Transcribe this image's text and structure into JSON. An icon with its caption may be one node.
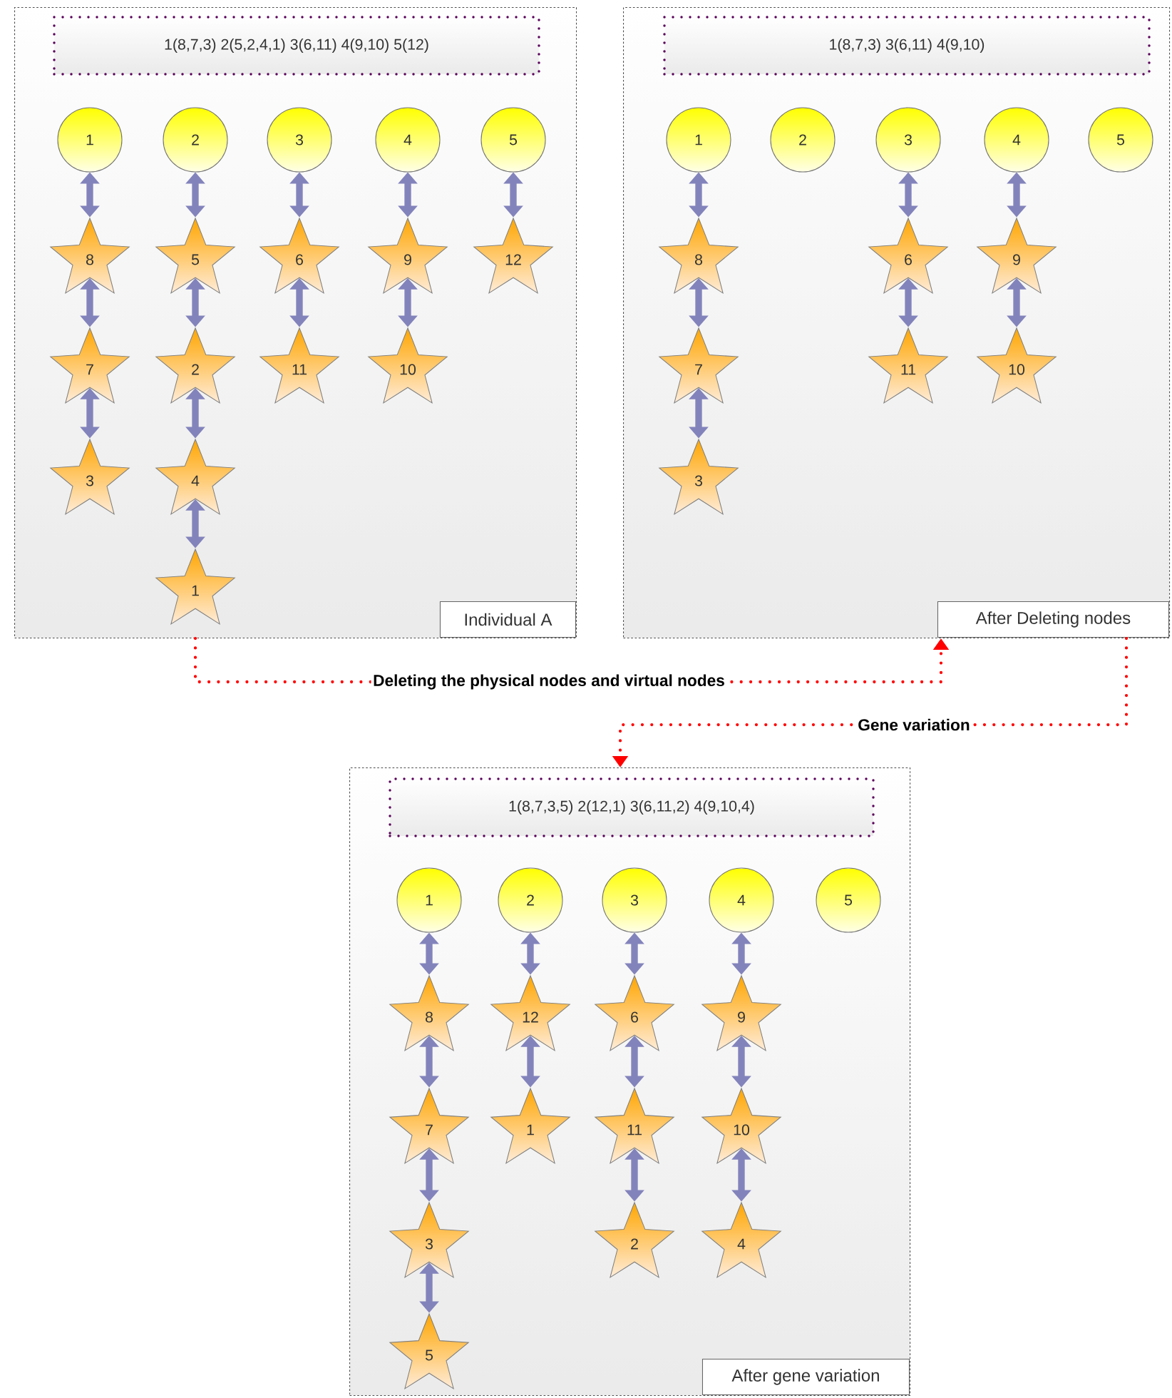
{
  "diagram": {
    "nodes": [
      {
        "text": [],
        "shape": "box"
      },
      {
        "text": [
          "1(8,7,3)   2(5,2,4,1)  3(6,11)  4(9,10)  5(12)"
        ],
        "in": 0
      },
      {
        "text": [
          "1"
        ],
        "in": 0
      },
      {
        "text": [
          "2"
        ],
        "in": 0
      },
      {
        "text": [
          "3"
        ],
        "in": 0
      },
      {
        "text": [
          "4"
        ],
        "in": 0
      },
      {
        "text": [
          "5"
        ],
        "in": 0
      },
      {
        "text": [
          "8"
        ],
        "in": 0
      },
      {
        "text": [
          "7"
        ],
        "in": 0
      },
      {
        "text": [
          "3"
        ],
        "in": 0
      },
      {
        "text": [
          "5"
        ],
        "in": 0
      },
      {
        "text": [
          "2"
        ],
        "in": 0
      },
      {
        "text": [
          "4"
        ],
        "in": 0
      },
      {
        "text": [
          "1"
        ],
        "in": 0
      },
      {
        "text": [
          "6"
        ],
        "in": 0
      },
      {
        "text": [
          "11"
        ],
        "in": 0
      },
      {
        "text": [
          "9"
        ],
        "in": 0
      },
      {
        "text": [
          "10"
        ],
        "in": 0
      },
      {
        "text": [
          "12"
        ],
        "in": 0
      },
      {
        "text": [
          "Individual  A"
        ],
        "in": 0
      },
      {
        "text": [],
        "shape": "box"
      },
      {
        "text": [
          "1(8,7,3)  3(6,11)  4(9,10)"
        ],
        "in": 20
      },
      {
        "text": [
          "1"
        ],
        "in": 20
      },
      {
        "text": [
          "2"
        ],
        "in": 20
      },
      {
        "text": [
          "3"
        ],
        "in": 20
      },
      {
        "text": [
          "4"
        ],
        "in": 20
      },
      {
        "text": [
          "5"
        ],
        "in": 20
      },
      {
        "text": [
          "8"
        ],
        "in": 20
      },
      {
        "text": [
          "7"
        ],
        "in": 20
      },
      {
        "text": [
          "3"
        ],
        "in": 20
      },
      {
        "text": [
          "6"
        ],
        "in": 20
      },
      {
        "text": [
          "11"
        ],
        "in": 20
      },
      {
        "text": [
          "9"
        ],
        "in": 20
      },
      {
        "text": [
          "10"
        ],
        "in": 20
      },
      {
        "text": [
          "After Deleting nodes"
        ],
        "in": 20
      },
      {
        "text": [],
        "shape": "box"
      },
      {
        "text": [
          "1(8,7,3,5)   2(12,1)  3(6,11,2)  4(9,10,4)"
        ],
        "in": 35
      },
      {
        "text": [
          "1"
        ],
        "in": 35
      },
      {
        "text": [
          "2"
        ],
        "in": 35
      },
      {
        "text": [
          "3"
        ],
        "in": 35
      },
      {
        "text": [
          "4"
        ],
        "in": 35
      },
      {
        "text": [
          "5"
        ],
        "in": 35
      },
      {
        "text": [
          "8"
        ],
        "in": 35
      },
      {
        "text": [
          "7"
        ],
        "in": 35
      },
      {
        "text": [
          "3"
        ],
        "in": 35
      },
      {
        "text": [
          "5"
        ],
        "in": 35
      },
      {
        "text": [
          "12"
        ],
        "in": 35
      },
      {
        "text": [
          "1"
        ],
        "in": 35
      },
      {
        "text": [
          "6"
        ],
        "in": 35
      },
      {
        "text": [
          "11"
        ],
        "in": 35
      },
      {
        "text": [
          "2"
        ],
        "in": 35
      },
      {
        "text": [
          "9"
        ],
        "in": 35
      },
      {
        "text": [
          "10"
        ],
        "in": 35
      },
      {
        "text": [
          "4"
        ],
        "in": 35
      },
      {
        "text": [
          "After gene variation"
        ],
        "in": 35
      }
    ],
    "edges": [
      {
        "from": 2,
        "to": 7,
        "arrow": "both"
      },
      {
        "from": 7,
        "to": 8,
        "arrow": "both"
      },
      {
        "from": 8,
        "to": 9,
        "arrow": "both"
      },
      {
        "from": 3,
        "to": 10,
        "arrow": "both"
      },
      {
        "from": 10,
        "to": 11,
        "arrow": "both"
      },
      {
        "from": 11,
        "to": 12,
        "arrow": "both"
      },
      {
        "from": 12,
        "to": 13,
        "arrow": "both"
      },
      {
        "from": 4,
        "to": 14,
        "arrow": "both"
      },
      {
        "from": 14,
        "to": 15,
        "arrow": "both"
      },
      {
        "from": 5,
        "to": 16,
        "arrow": "both"
      },
      {
        "from": 16,
        "to": 17,
        "arrow": "both"
      },
      {
        "from": 6,
        "to": 18,
        "arrow": "both"
      },
      {
        "from": 22,
        "to": 27,
        "arrow": "both"
      },
      {
        "from": 27,
        "to": 28,
        "arrow": "both"
      },
      {
        "from": 28,
        "to": 29,
        "arrow": "both"
      },
      {
        "from": 24,
        "to": 30,
        "arrow": "both"
      },
      {
        "from": 30,
        "to": 31,
        "arrow": "both"
      },
      {
        "from": 25,
        "to": 32,
        "arrow": "both"
      },
      {
        "from": 32,
        "to": 33,
        "arrow": "both"
      },
      {
        "from": 37,
        "to": 42,
        "arrow": "both"
      },
      {
        "from": 42,
        "to": 43,
        "arrow": "both"
      },
      {
        "from": 43,
        "to": 44,
        "arrow": "both"
      },
      {
        "from": 44,
        "to": 45,
        "arrow": "both"
      },
      {
        "from": 38,
        "to": 46,
        "arrow": "both"
      },
      {
        "from": 46,
        "to": 47,
        "arrow": "both"
      },
      {
        "from": 39,
        "to": 48,
        "arrow": "both"
      },
      {
        "from": 48,
        "to": 49,
        "arrow": "both"
      },
      {
        "from": 49,
        "to": 50,
        "arrow": "both"
      },
      {
        "from": 40,
        "to": 51,
        "arrow": "both"
      },
      {
        "from": 51,
        "to": 52,
        "arrow": "both"
      },
      {
        "from": 52,
        "to": 53,
        "arrow": "both"
      },
      {
        "from": 0,
        "to": 20,
        "arrow": "to",
        "label": "Deleting the physical nodes and virtual nodes",
        "style": "dashed",
        "color": "#ff0000"
      },
      {
        "from": 20,
        "to": 35,
        "arrow": "to",
        "label": "Gene variation",
        "style": "dashed",
        "color": "#ff0000"
      }
    ]
  }
}
